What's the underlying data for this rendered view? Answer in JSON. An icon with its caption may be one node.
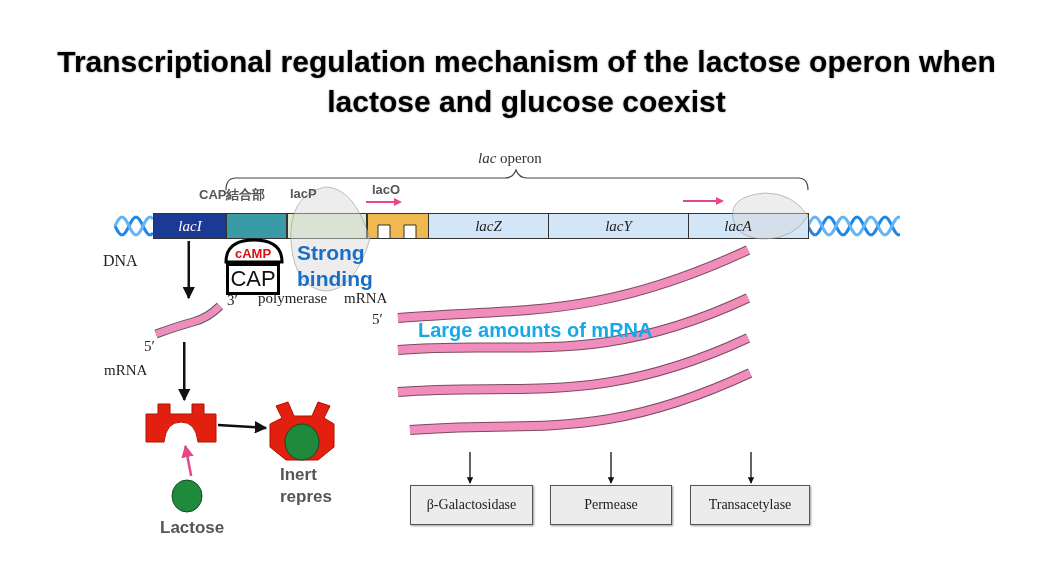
{
  "diagram": {
    "title": "Transcriptional regulation mechanism of the lactose operon when lactose and glucose coexist",
    "nodes": [
      {
        "text": [
          "lacI"
        ]
      },
      {
        "text": [
          "CAP結合部"
        ]
      },
      {
        "text": [
          "lacP"
        ]
      },
      {
        "text": [
          "lacO"
        ]
      },
      {
        "text": [
          "lacZ"
        ]
      },
      {
        "text": [
          "lacY"
        ]
      },
      {
        "text": [
          "lacA"
        ]
      },
      {
        "text": [
          "cAMP"
        ]
      },
      {
        "text": [
          "CAP"
        ]
      },
      {
        "text": [],
        "shape": "bar",
        "beside": [
          "3′",
          "5′",
          "mRNA"
        ]
      },
      {
        "text": [],
        "shape": "picture"
      },
      {
        "text": [
          "Inert repres"
        ]
      },
      {
        "text": [
          "Lactose"
        ]
      },
      {
        "text": [],
        "shape": "bar"
      },
      {
        "text": [],
        "shape": "bar"
      },
      {
        "text": [],
        "shape": "bar"
      },
      {
        "text": [],
        "shape": "bar"
      },
      {
        "text": [
          "β-Galactosidase"
        ]
      },
      {
        "text": [
          "Permease"
        ]
      },
      {
        "text": [
          "Transacetylase"
        ]
      }
    ],
    "edges": [
      {
        "from": 0,
        "to": 9,
        "arrow": "to"
      },
      {
        "from": 9,
        "to": 10,
        "arrow": "to"
      },
      {
        "from": 10,
        "to": 11,
        "arrow": "to"
      },
      {
        "from": 12,
        "to": 10,
        "arrow": "to",
        "color": "#e8468a"
      },
      {
        "from": null,
        "to": 17,
        "arrow": "to"
      },
      {
        "from": null,
        "to": 18,
        "arrow": "to"
      },
      {
        "from": null,
        "to": 19,
        "arrow": "to"
      }
    ],
    "labels": [
      "*lac* operon",
      "DNA",
      "Strong binding",
      "polymerase",
      "mRNA",
      "5′",
      "Large amounts of mRNA"
    ]
  }
}
